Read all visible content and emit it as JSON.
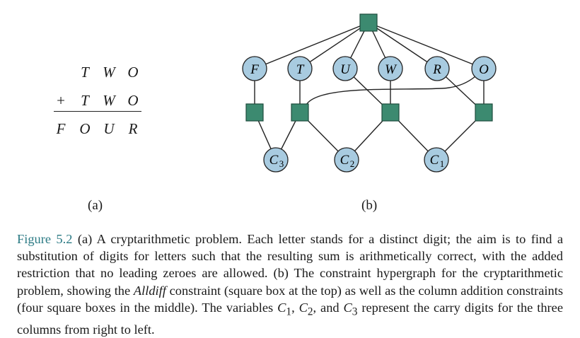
{
  "puzzle": {
    "row1": [
      "T",
      "W",
      "O"
    ],
    "row2_op": "+",
    "row2": [
      "T",
      "W",
      "O"
    ],
    "row3": [
      "F",
      "O",
      "U",
      "R"
    ]
  },
  "subcaption_a": "(a)",
  "subcaption_b": "(b)",
  "graph": {
    "variables": [
      "F",
      "T",
      "U",
      "W",
      "R",
      "O"
    ],
    "carries": [
      {
        "letter": "C",
        "sub": "3"
      },
      {
        "letter": "C",
        "sub": "2"
      },
      {
        "letter": "C",
        "sub": "1"
      }
    ],
    "colors": {
      "variable_fill": "#a8cbe0",
      "constraint_fill": "#3c8a70",
      "edge": "#222222"
    }
  },
  "caption": {
    "figure_label": "Figure 5.2",
    "part1": " (a) A cryptarithmetic problem. Each letter stands for a distinct digit; the aim is to find a substitution of digits for letters such that the resulting sum is arithmetically correct, with the added restriction that no leading zeroes are allowed. (b) The constraint hypergraph for the cryptarithmetic problem, showing the ",
    "alldiff": "Alldiff",
    "part2": " constraint (square box at the top) as well as the column addition constraints (four square boxes in the middle). The variables ",
    "c1": "C",
    "c1_sub": "1",
    "sep1": ", ",
    "c2": "C",
    "c2_sub": "2",
    "sep2": ", and ",
    "c3": "C",
    "c3_sub": "3",
    "part3": " represent the carry digits for the three columns from right to left."
  }
}
